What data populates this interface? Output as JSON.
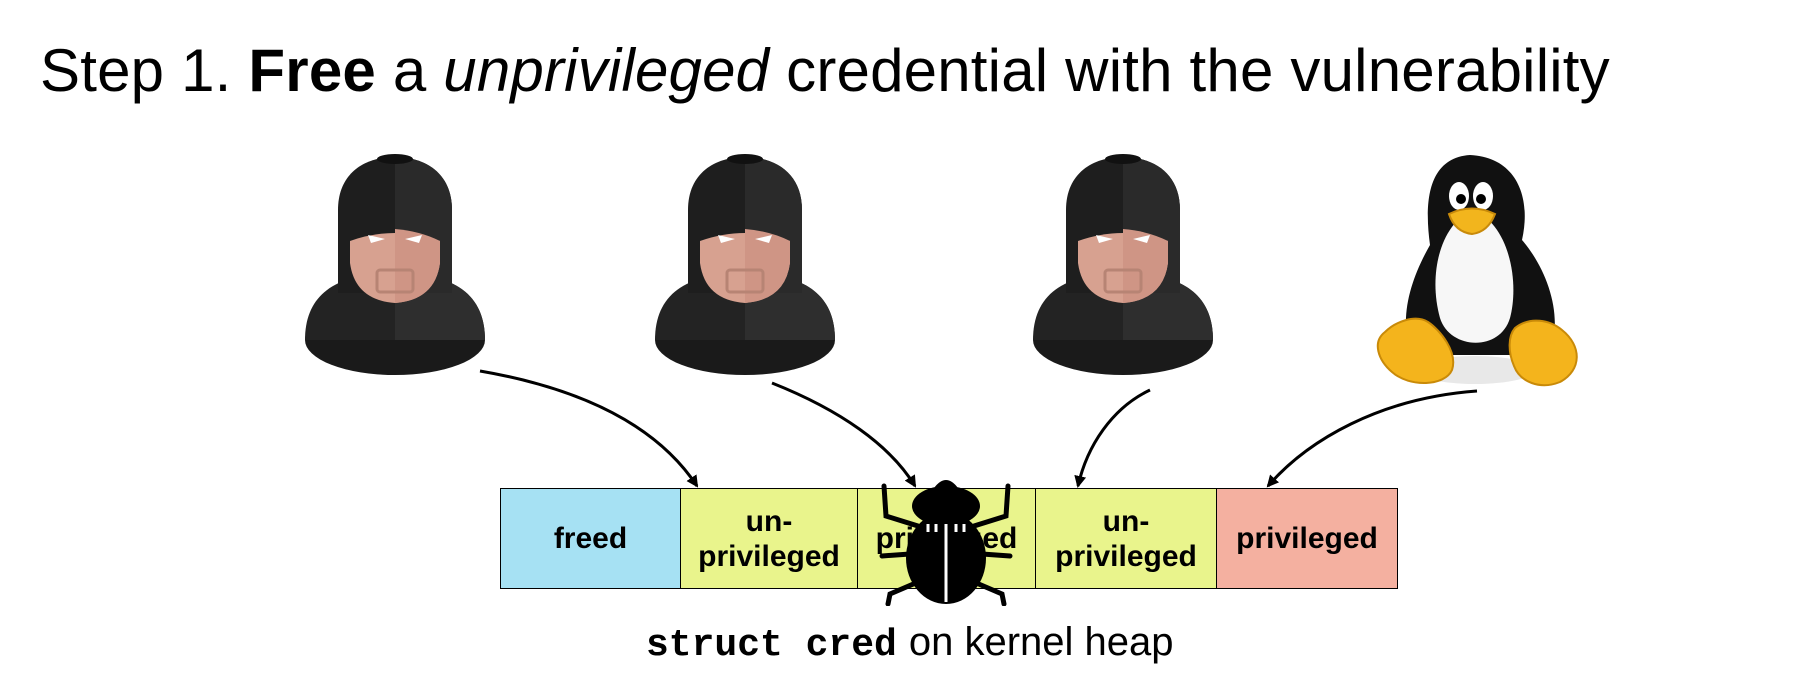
{
  "title": {
    "prefix": "Step 1.",
    "bold": "Free",
    "mid": "a",
    "italic": "unprivileged",
    "rest": "credential with the vulnerability"
  },
  "actors": [
    {
      "icon": "hacker-icon"
    },
    {
      "icon": "hacker-icon"
    },
    {
      "icon": "hacker-icon"
    },
    {
      "icon": "linux-penguin-icon"
    }
  ],
  "heap": {
    "cells": [
      {
        "label": "freed",
        "color": "#a6e1f3"
      },
      {
        "label": "un-\nprivileged",
        "color": "#e9f48c"
      },
      {
        "label": "privileged",
        "color": "#e9f48c"
      },
      {
        "label": "un-\nprivileged",
        "color": "#e9f48c"
      },
      {
        "label": "privileged",
        "color": "#f4b0a0"
      }
    ]
  },
  "bug_icon": "bug-icon",
  "caption": {
    "code": "struct cred",
    "text": "on kernel heap"
  }
}
